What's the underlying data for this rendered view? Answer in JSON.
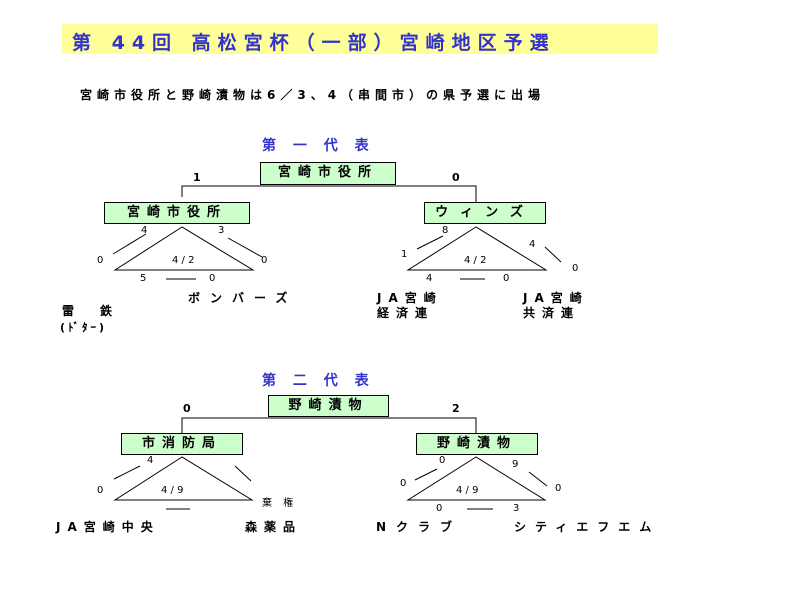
{
  "title": "第 44回 高松宮杯（一部）宮崎地区予選",
  "notice": "宮崎市役所と野崎漬物は6／3、4（串間市）の県予選に出場",
  "colors": {
    "title_bg": "#ffff99",
    "title_text": "#3333cc",
    "box_bg": "#ccffcc",
    "section_text": "#3333cc"
  },
  "brackets": [
    {
      "section_title": "第 一 代 表",
      "winner": "宮崎市役所",
      "final_left_score": "1",
      "final_right_score": "0",
      "groups": [
        {
          "winner": "宮崎市役所",
          "date": "4 / 2",
          "top_left_score": "4",
          "top_right_score": "3",
          "left_score": "0",
          "right_score": "0",
          "bottom_left_score": "5",
          "bottom_right_score": "0",
          "left_team": [
            "雷　鉄",
            "(ﾄﾞﾀｰ)"
          ],
          "right_team": [
            "ボンバーズ"
          ]
        },
        {
          "winner": "ウィンズ",
          "date": "4 / 2",
          "top_left_score": "8",
          "top_right_score": "4",
          "left_score": "1",
          "right_score": "0",
          "bottom_left_score": "4",
          "bottom_right_score": "0",
          "left_team": [
            "JA宮崎",
            "経済連"
          ],
          "right_team": [
            "JA宮崎",
            "共済連"
          ]
        }
      ]
    },
    {
      "section_title": "第 二 代 表",
      "winner": "野崎漬物",
      "final_left_score": "0",
      "final_right_score": "2",
      "groups": [
        {
          "winner": "市消防局",
          "date": "4 / 9",
          "top_left_score": "4",
          "top_right_score": "",
          "left_score": "0",
          "right_score": "棄 権",
          "bottom_left_score": "",
          "bottom_right_score": "",
          "left_team": [
            "JA宮崎中央"
          ],
          "right_team": [
            "森薬品"
          ]
        },
        {
          "winner": "野崎漬物",
          "date": "4 / 9",
          "top_left_score": "0",
          "top_right_score": "9",
          "left_score": "0",
          "right_score": "0",
          "bottom_left_score": "0",
          "bottom_right_score": "3",
          "left_team": [
            "Nクラブ"
          ],
          "right_team": [
            "シティエフエム"
          ]
        }
      ]
    }
  ]
}
